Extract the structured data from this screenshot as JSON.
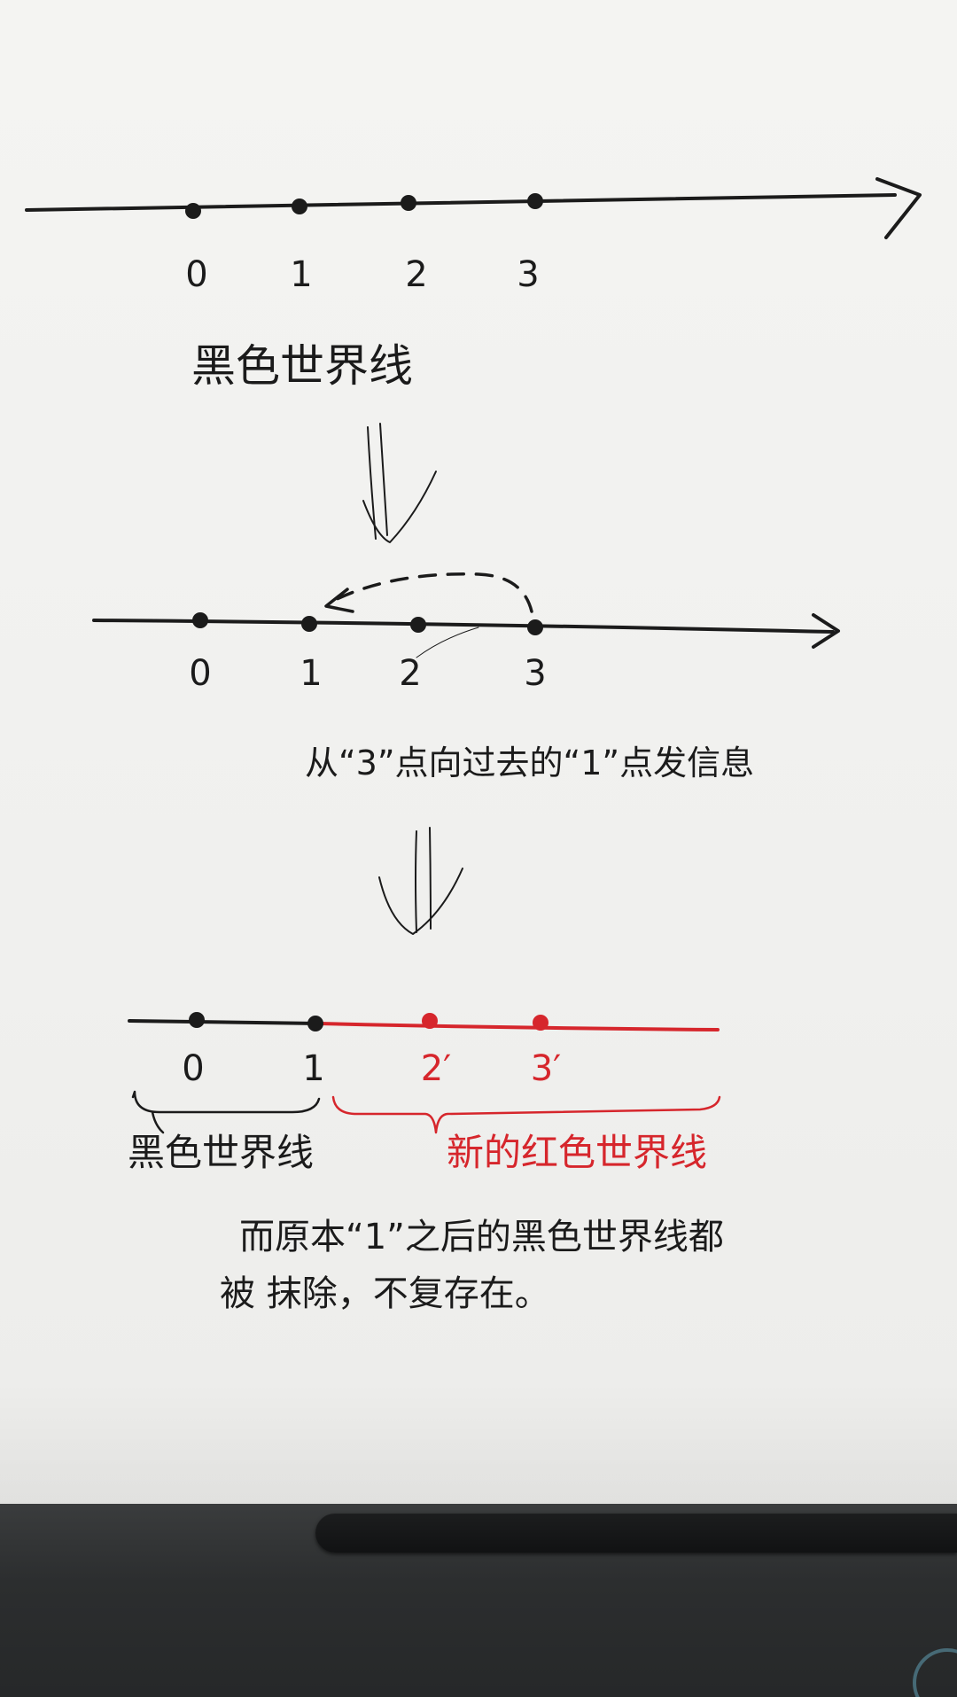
{
  "diagram": {
    "top_timeline": {
      "ticks": [
        "0",
        "1",
        "2",
        "3"
      ],
      "caption": "黑色世界线"
    },
    "middle_timeline": {
      "ticks": [
        "0",
        "1",
        "2",
        "3"
      ],
      "caption": "从“3”点向过去的“1”点发信息"
    },
    "bottom_timeline": {
      "ticks_black": [
        "0",
        "1"
      ],
      "ticks_red": [
        "2′",
        "3′"
      ],
      "black_segment_label": "黑色世界线",
      "red_segment_label": "新的红色世界线"
    },
    "note": {
      "line1": "而原本“1”之后的黑色世界线都",
      "line2": "被 抹除，不复存在。"
    }
  },
  "colors": {
    "ink": "#1b1b1b",
    "red_ink": "#d6262c",
    "paper": "#f2f2f0",
    "desk": "#2c2e2f"
  }
}
